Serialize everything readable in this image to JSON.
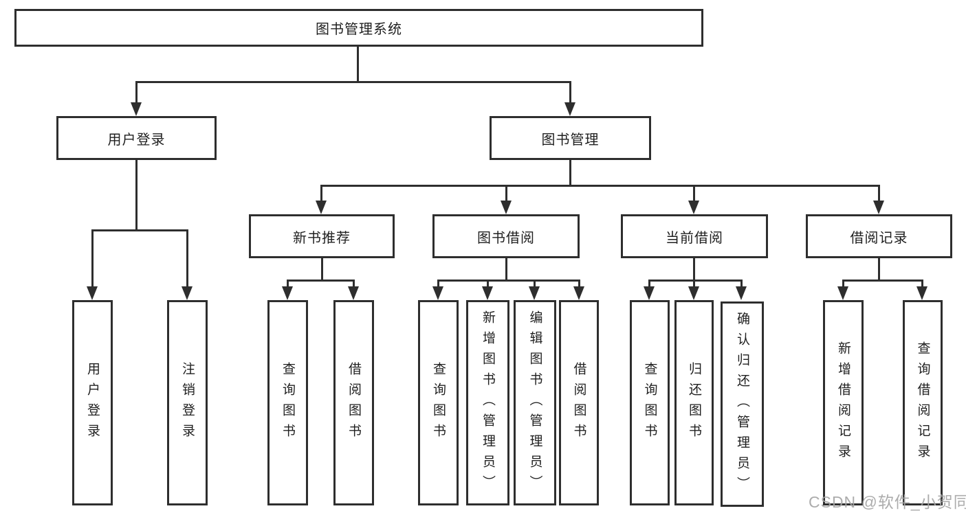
{
  "diagram": {
    "title": "图书管理系统",
    "branches": [
      {
        "label": "用户登录",
        "children": [
          "用户登录",
          "注销登录"
        ]
      },
      {
        "label": "图书管理",
        "sections": [
          {
            "label": "新书推荐",
            "children": [
              "查询图书",
              "借阅图书"
            ]
          },
          {
            "label": "图书借阅",
            "children": [
              "查询图书",
              "新增图书（管理员）",
              "编辑图书（管理员）",
              "借阅图书"
            ]
          },
          {
            "label": "当前借阅",
            "children": [
              "查询图书",
              "归还图书",
              "确认归还（管理员）"
            ]
          },
          {
            "label": "借阅记录",
            "children": [
              "新增借阅记录",
              "查询借阅记录"
            ]
          }
        ]
      }
    ]
  },
  "watermark": "CSDN @软件_小贺同学",
  "colors": {
    "line": "#2e2e2e",
    "box_border": "#2e2e2e",
    "text": "#1f1f1f",
    "watermark": "#a5a5a5",
    "background": "#ffffff"
  }
}
